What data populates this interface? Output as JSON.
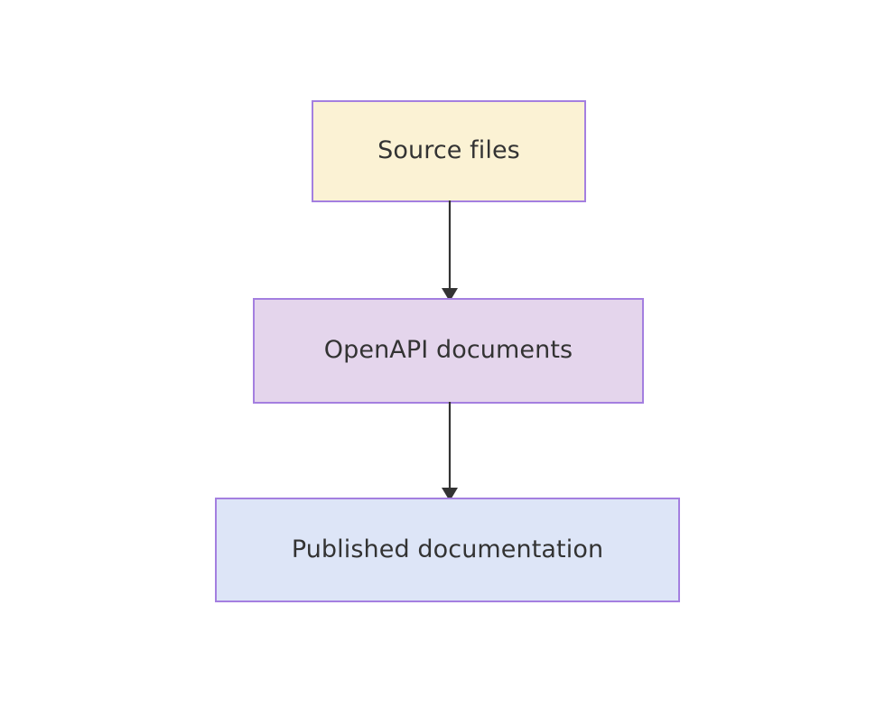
{
  "diagram": {
    "type": "flowchart",
    "direction": "top-to-bottom",
    "background_color": "#ffffff",
    "nodes": [
      {
        "id": "source-files",
        "label": "Source files",
        "fill_color": "#FBF2D4",
        "border_color": "#A47FE0",
        "text_color": "#333333"
      },
      {
        "id": "openapi-documents",
        "label": "OpenAPI documents",
        "fill_color": "#E4D5EC",
        "border_color": "#A47FE0",
        "text_color": "#333333"
      },
      {
        "id": "published-documentation",
        "label": "Published documentation",
        "fill_color": "#DDE5F7",
        "border_color": "#A47FE0",
        "text_color": "#333333"
      }
    ],
    "edges": [
      {
        "id": "source-to-openapi",
        "from": "source-files",
        "to": "openapi-documents",
        "label": "",
        "arrow": "filled-triangle",
        "color": "#333333"
      },
      {
        "id": "openapi-to-published",
        "from": "openapi-documents",
        "to": "published-documentation",
        "label": "",
        "arrow": "filled-triangle",
        "color": "#333333"
      }
    ]
  }
}
